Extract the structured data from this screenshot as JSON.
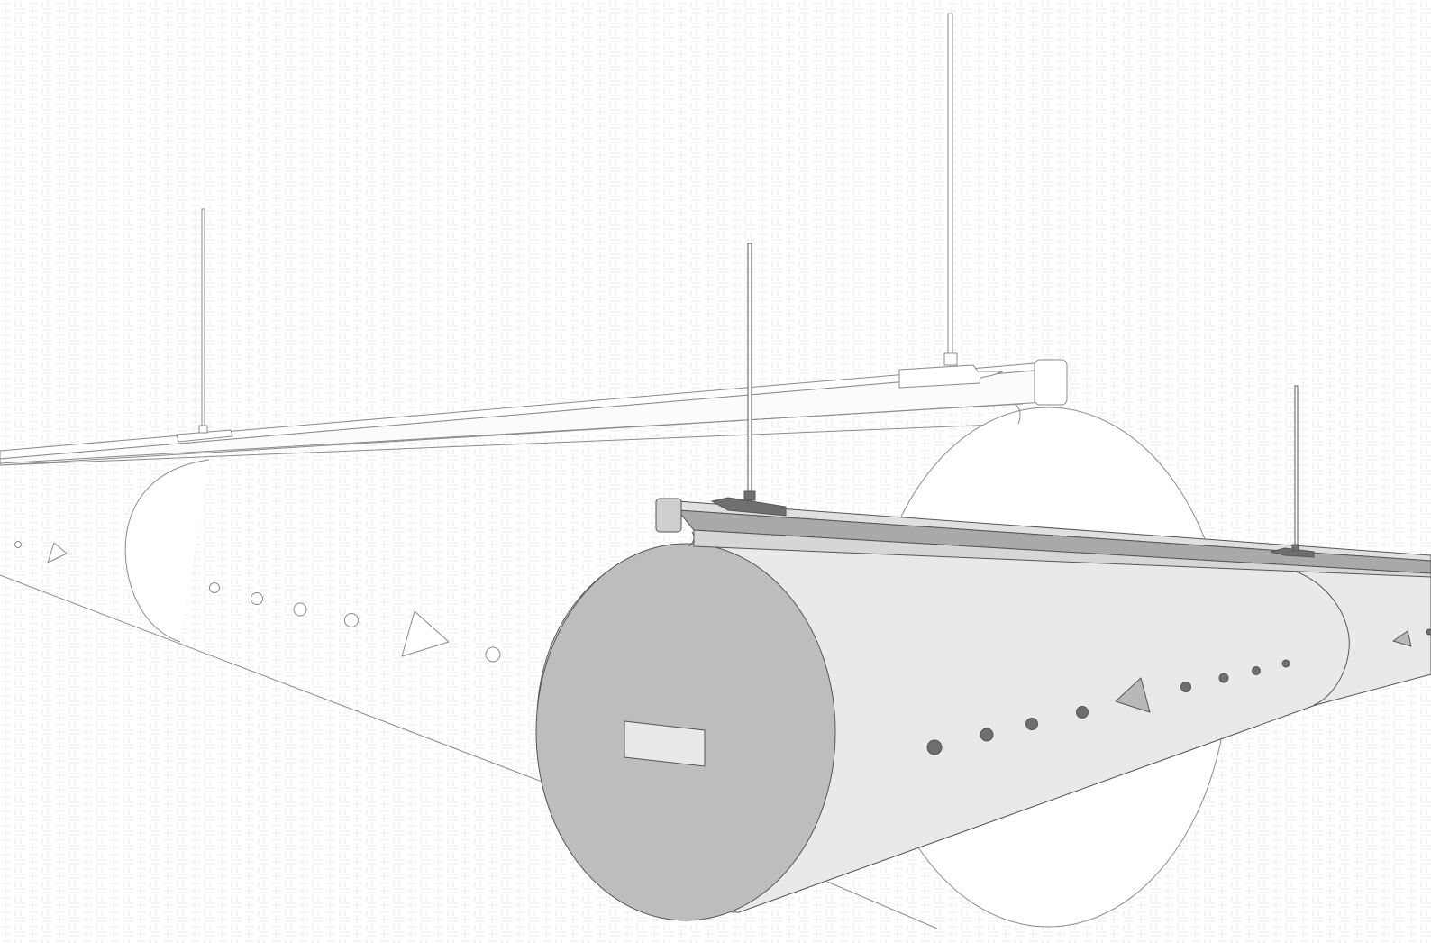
{
  "scene": {
    "subject": "suspended-textile-air-ducts",
    "colors": {
      "background": "#ffffff",
      "pattern_stroke": "#f3f3f3",
      "line": "#555555",
      "outline": "#8a8a8a",
      "duct_body": "#e9e9e9",
      "duct_end_cap": "#bdbdbd",
      "end_label": "#e9e9e9",
      "rail": "#cfcfcf",
      "rail_shade": "#a9a9a9",
      "clamp": "#6f6f6f",
      "outlet_filled": "#6e6e6e",
      "outlet_open": "#ffffff",
      "vent_triangle": "#b8b8b8"
    },
    "elements": {
      "rear_duct": {
        "name": "rear-duct",
        "outlet_holes": 7,
        "vent_triangles": 2,
        "hanger_rods": 2
      },
      "front_duct": {
        "name": "front-duct",
        "outlet_holes": 8,
        "vent_triangles": 2,
        "hanger_rods": 2
      }
    }
  }
}
